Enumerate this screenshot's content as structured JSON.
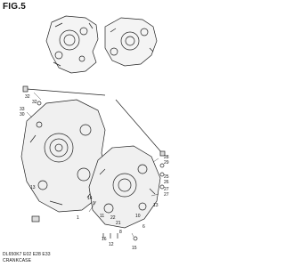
{
  "figure": {
    "title": "FIG.5",
    "model_code": "DL650K7 E02 E28 E33",
    "name": "CRANKCASE"
  },
  "callouts": [
    "32",
    "33",
    "30",
    "32",
    "13",
    "1",
    "28",
    "29",
    "25",
    "26",
    "27",
    "27",
    "13",
    "15",
    "22",
    "21",
    "11",
    "16",
    "6",
    "10",
    "14",
    "9",
    "8",
    "12"
  ]
}
